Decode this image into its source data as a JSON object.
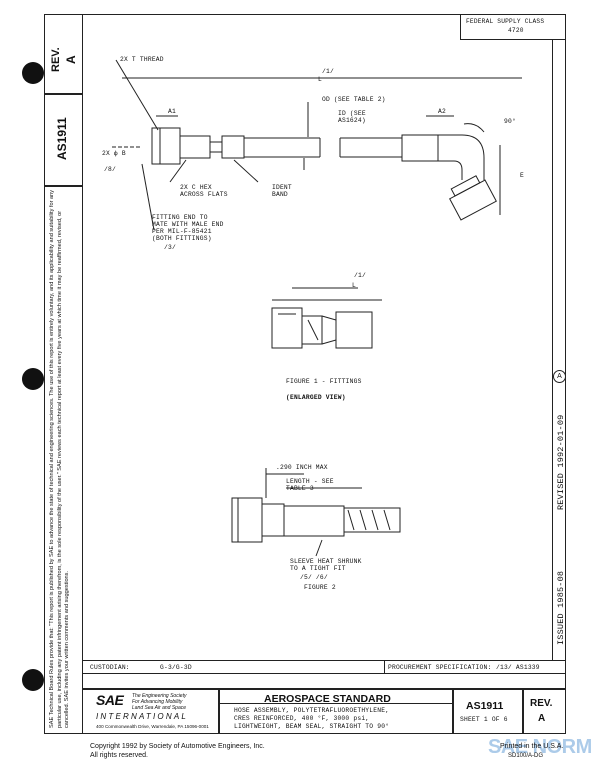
{
  "header": {
    "federal_supply_class_label": "FEDERAL SUPPLY CLASS",
    "federal_supply_class_value": "4720"
  },
  "left_strip": {
    "doc_number": "AS1911",
    "rev_label": "REV.",
    "rev_value": "A",
    "disclaimer": "SAE Technical Board Rules provide that: \"This report is published by SAE to advance the state of technical and engineering sciences. The use of this report is entirely voluntary, and its applicability and suitability for any particular use, including any patent infringement arising therefrom, is the sole responsibility of the user.\"  SAE reviews each technical report at least every five years at which time it may be reaffirmed, revised, or cancelled. SAE invites your written comments and suggestions."
  },
  "right_strip": {
    "revised": "REVISED  1992-01-09",
    "rev_mark": "A",
    "issued": "ISSUED  1985-08"
  },
  "figure1": {
    "thread_callout": "2X  T  THREAD",
    "length_note": "/1/",
    "length_label": "L",
    "od_callout": "OD (SEE TABLE 2)",
    "id_callout": "ID (SEE AS1624)",
    "a1": "A1",
    "a2": "A2",
    "angle": "90°",
    "two_x_b": "2X  ф B",
    "note8": "/8/",
    "e_label": "E",
    "hex_callout": "2X  C  HEX ACROSS FLATS",
    "ident_callout": "IDENT BAND",
    "fitting_callout": "FITTING END TO MATE WITH MALE END PER MIL-F-85421 (BOTH FITTINGS)",
    "note3": "/3/",
    "enlarged_length_note": "/1/",
    "enlarged_length_label": "L",
    "caption": "FIGURE 1 - FITTINGS",
    "subcaption": "(ENLARGED VIEW)"
  },
  "figure2": {
    "max_dim": ".290 INCH MAX",
    "length_callout": "LENGTH - SEE TABLE 3",
    "sleeve_callout": "SLEEVE HEAT SHRUNK TO A TIGHT FIT",
    "sleeve_notes": "/5/  /6/",
    "caption": "FIGURE 2"
  },
  "title_block": {
    "custodian_label": "CUSTODIAN:",
    "custodian_value": "G-3/G-3D",
    "procurement_label": "PROCUREMENT SPECIFICATION:",
    "procurement_value": "/13/  AS1339",
    "sae_logo": "SAE",
    "sae_tagline_1": "The Engineering Society",
    "sae_tagline_2": "For Advancing Mobility",
    "sae_tagline_3": "Land Sea Air and Space",
    "sae_international": "INTERNATIONAL",
    "sae_address": "400 Commonwealth Drive, Warrendale, PA  15096-0001",
    "standard_title": "AEROSPACE STANDARD",
    "desc_line1": "HOSE ASSEMBLY, POLYTETRAFLUOROETHYLENE,",
    "desc_line2": "CRES REINFORCED, 400 °F, 3000 psi,",
    "desc_line3": "LIGHTWEIGHT, BEAM SEAL, STRAIGHT TO 90°",
    "doc_number": "AS1911",
    "sheet": "SHEET 1 OF 6",
    "rev_label": "REV.",
    "rev_value": "A"
  },
  "footer": {
    "copyright_line1": "Copyright 1992  by Society of Automotive Engineers, Inc.",
    "copyright_line2": "All rights reserved.",
    "printed": "Printed in the U.S.A.",
    "code": "SD100/A-DG",
    "watermark": "SAE NORM"
  }
}
